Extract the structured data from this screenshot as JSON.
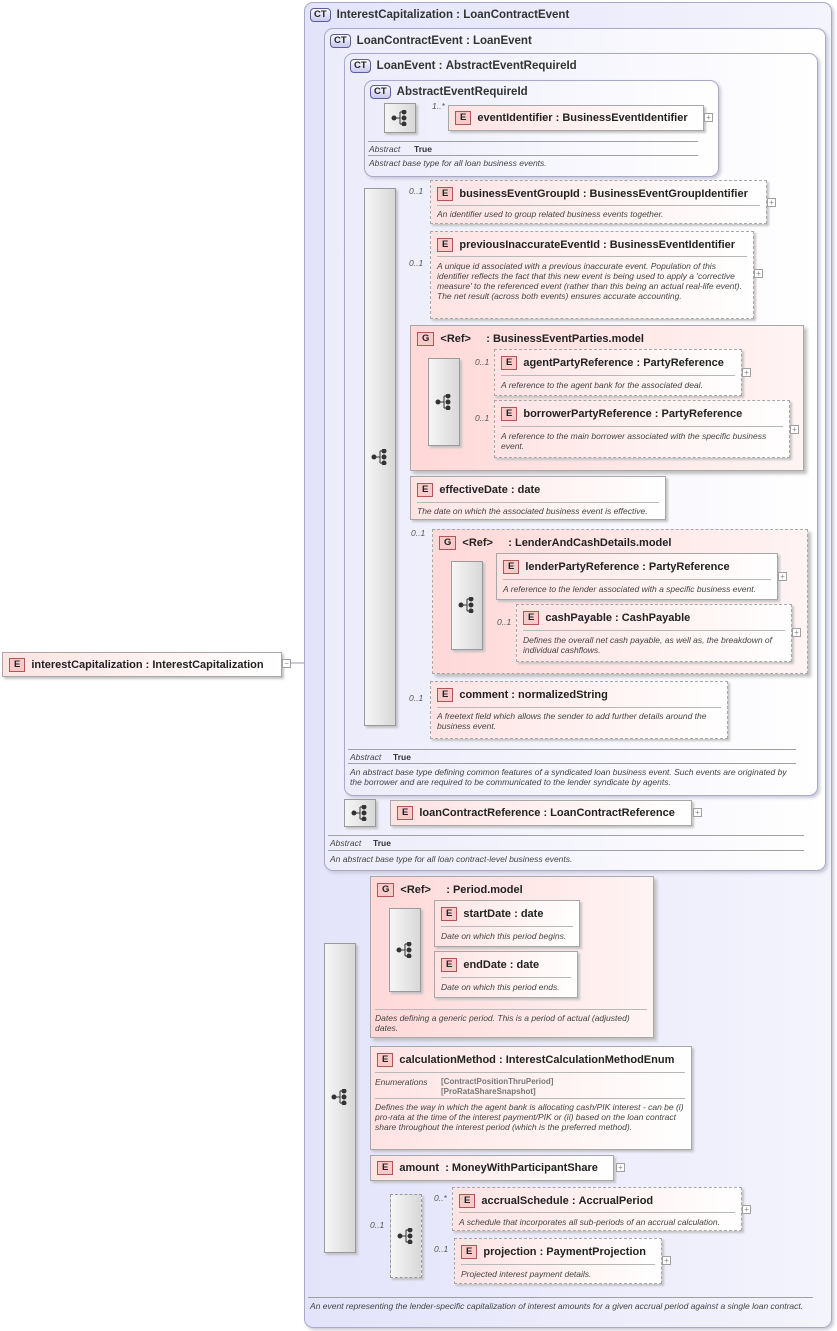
{
  "root": {
    "element": "interestCapitalization",
    "type": "InterestCapitalization"
  },
  "ct_interest": {
    "badge": "CT",
    "title": "InterestCapitalization",
    "base": "LoanContractEvent",
    "doc": "An event representing the lender-specific capitalization of interest amounts for a given accrual period against a single loan contract."
  },
  "ct_loancontract": {
    "badge": "CT",
    "title": "LoanContractEvent",
    "base": "LoanEvent",
    "abstract_label": "Abstract",
    "abstract_value": "True",
    "doc": "An abstract base type for all loan contract-level business events."
  },
  "ct_loanevent": {
    "badge": "CT",
    "title": "LoanEvent",
    "base": "AbstractEventRequireId",
    "abstract_label": "Abstract",
    "abstract_value": "True",
    "doc": "An abstract base type defining common features of a syndicated loan business event. Such events are originated by the borrower and are required to be communicated to the lender syndicate by agents."
  },
  "ct_abstract": {
    "badge": "CT",
    "title": "AbstractEventRequireId",
    "abstract_label": "Abstract",
    "abstract_value": "True",
    "doc": "Abstract base type for all loan business events."
  },
  "badges": {
    "element": "E",
    "group": "G",
    "ref": "<Ref>"
  },
  "elements": {
    "eventIdentifier": {
      "name": "eventIdentifier",
      "type": "BusinessEventIdentifier",
      "card": "1..*"
    },
    "businessEventGroupId": {
      "name": "businessEventGroupId",
      "type": "BusinessEventGroupIdentifier",
      "card": "0..1",
      "doc": "An identifier used to group related business events together."
    },
    "previousInaccurateEventId": {
      "name": "previousInaccurateEventId",
      "type": "BusinessEventIdentifier",
      "card": "0..1",
      "doc": "A unique id associated with a previous inaccurate event. Population of this identifier reflects the fact that this new event is being used to apply a 'corrective measure' to the referenced event (rather than this being an actual real-life event). The net result (across both events) ensures accurate accounting."
    },
    "agentPartyReference": {
      "name": "agentPartyReference",
      "type": "PartyReference",
      "card": "0..1",
      "doc": "A reference to the agent bank for the associated deal."
    },
    "borrowerPartyReference": {
      "name": "borrowerPartyReference",
      "type": "PartyReference",
      "card": "0..1",
      "doc": "A reference to the main borrower associated with the specific business event."
    },
    "effectiveDate": {
      "name": "effectiveDate",
      "type": "date",
      "doc": "The date on which the associated business event is effective."
    },
    "lenderPartyReference": {
      "name": "lenderPartyReference",
      "type": "PartyReference",
      "doc": "A reference to the lender associated with a specific business event."
    },
    "cashPayable": {
      "name": "cashPayable",
      "type": "CashPayable",
      "card": "0..1",
      "doc": "Defines the overall net cash payable, as well as, the breakdown of individual cashflows."
    },
    "comment": {
      "name": "comment",
      "type": "normalizedString",
      "card": "0..1",
      "doc": "A freetext field which allows the sender to add further details around the business event."
    },
    "loanContractReference": {
      "name": "loanContractReference",
      "type": "LoanContractReference"
    },
    "startDate": {
      "name": "startDate",
      "type": "date",
      "doc": "Date on which this period begins."
    },
    "endDate": {
      "name": "endDate",
      "type": "date",
      "doc": "Date on which this period ends."
    },
    "calculationMethod": {
      "name": "calculationMethod",
      "type": "InterestCalculationMethodEnum",
      "enum_label": "Enumerations",
      "enum1": "[ContractPositionThruPeriod]",
      "enum2": "[ProRataShareSnapshot]",
      "doc": "Defines the way in which the agent bank is allocating cash/PIK interest - can be (i) pro-rata at the time of the interest payment/PIK or (ii) based on the loan contract share throughout the interest period (which is the preferred method)."
    },
    "amount": {
      "name": "amount",
      "type": "MoneyWithParticipantShare"
    },
    "accrualSchedule": {
      "name": "accrualSchedule",
      "type": "AccrualPeriod",
      "card": "0..*",
      "doc": "A schedule that incorporates all sub-periods of an accrual calculation."
    },
    "projection": {
      "name": "projection",
      "type": "PaymentProjection",
      "card": "0..1",
      "doc": "Projected interest payment details."
    }
  },
  "groups": {
    "parties": {
      "name": "BusinessEventParties.model"
    },
    "lender": {
      "name": "LenderAndCashDetails.model",
      "card": "0..1"
    },
    "period": {
      "name": "Period.model",
      "doc": "Dates defining a generic period. This is a period of actual (adjusted) dates."
    }
  },
  "choice_card": "0..1"
}
